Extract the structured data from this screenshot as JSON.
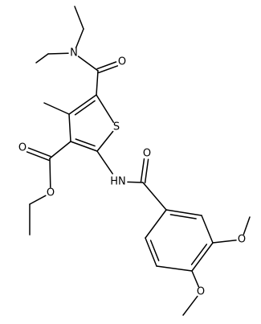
{
  "molecule": {
    "atom_labels": {
      "n_amide": "N",
      "o_amide1": "O",
      "s_ring": "S",
      "o_ester_carbonyl": "O",
      "o_ester": "O",
      "nh_amide": "HN",
      "o_amide2": "O",
      "o_methoxy3": "O",
      "o_methoxy4": "O"
    }
  }
}
